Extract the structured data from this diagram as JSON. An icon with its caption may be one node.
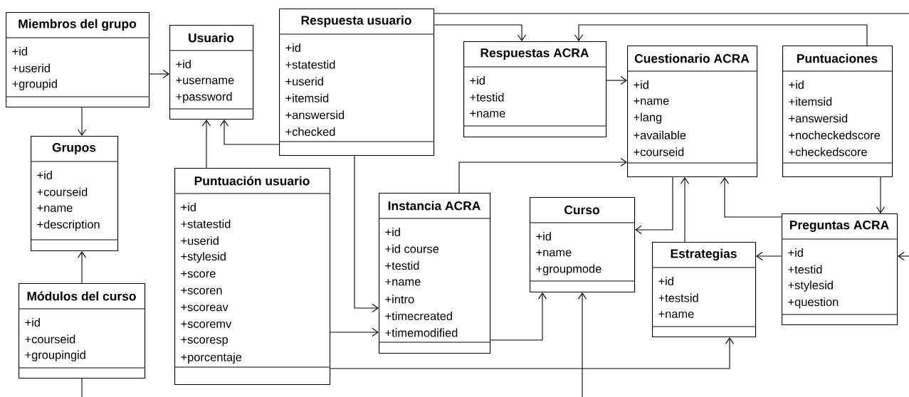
{
  "diagram": {
    "nodes": [
      {
        "text": [
          "Miembros del grupo",
          "+id",
          "+userid",
          "+groupid"
        ]
      },
      {
        "text": [
          "Usuario",
          "+id",
          "+username",
          "+password"
        ]
      },
      {
        "text": [
          "Respuesta usuario",
          "+id",
          "+statestid",
          "+userid",
          "+itemsid",
          "+answersid",
          "+checked"
        ]
      },
      {
        "text": [
          "Respuestas ACRA",
          "+id",
          "+testid",
          "+name"
        ]
      },
      {
        "text": [
          "Cuestionario ACRA",
          "+id",
          "+name",
          "+lang",
          "+available",
          "+courseid"
        ]
      },
      {
        "text": [
          "Puntuaciones",
          "+id",
          "+itemsid",
          "+answersid",
          "+nocheckedscore",
          "+checkedscore"
        ]
      },
      {
        "text": [
          "Grupos",
          "+id",
          "+courseid",
          "+name",
          "+description"
        ]
      },
      {
        "text": [
          "Puntuación usuario",
          "+id",
          "+statestid",
          "+userid",
          "+stylesid",
          "+score",
          "+scoren",
          "+scoreav",
          "+scoremv",
          "+scoresp",
          "+porcentaje"
        ]
      },
      {
        "text": [
          "Instancia ACRA",
          "+id",
          "+id course",
          "+testid",
          "+name",
          "+intro",
          "+timecreated",
          "+timemodified"
        ]
      },
      {
        "text": [
          "Curso",
          "+id",
          "+name",
          "+groupmode"
        ]
      },
      {
        "text": [
          "Estrategias",
          "+id",
          "+testsid",
          "+name"
        ]
      },
      {
        "text": [
          "Preguntas ACRA",
          "+id",
          "+testid",
          "+stylesid",
          "+question"
        ]
      },
      {
        "text": [
          "Módulos del curso",
          "+id",
          "+courseid",
          "+groupingid"
        ]
      }
    ],
    "edges": [
      {
        "from": 0,
        "to": 1,
        "arrow": "to"
      },
      {
        "from": 0,
        "to": 6,
        "arrow": "to"
      },
      {
        "from": 12,
        "to": 6,
        "arrow": "to"
      },
      {
        "from": 7,
        "to": 1,
        "arrow": "to"
      },
      {
        "from": 2,
        "to": 1,
        "arrow": "to"
      },
      {
        "from": 2,
        "to": 3,
        "arrow": "to"
      },
      {
        "from": 5,
        "to": 3,
        "arrow": "to"
      },
      {
        "from": 3,
        "to": 4,
        "arrow": "to"
      },
      {
        "from": 2,
        "to": 8,
        "arrow": "to"
      },
      {
        "from": 7,
        "to": 8,
        "arrow": "to"
      },
      {
        "from": 8,
        "to": 4,
        "arrow": "to"
      },
      {
        "from": 4,
        "to": 9,
        "arrow": "to"
      },
      {
        "from": 10,
        "to": 4,
        "arrow": "to"
      },
      {
        "from": 11,
        "to": 4,
        "arrow": "to"
      },
      {
        "from": 5,
        "to": 11,
        "arrow": "to"
      },
      {
        "from": 11,
        "to": 10,
        "arrow": "to"
      },
      {
        "from": 8,
        "to": 9,
        "arrow": "to"
      },
      {
        "from": 7,
        "to": 10,
        "arrow": "to"
      },
      {
        "from": null,
        "to": 9,
        "arrow": "to"
      },
      {
        "from": 12,
        "to": null,
        "arrow": "none"
      },
      {
        "from": 2,
        "to": null,
        "arrow": "none"
      },
      {
        "from": null,
        "to": 11,
        "arrow": "to"
      }
    ]
  }
}
